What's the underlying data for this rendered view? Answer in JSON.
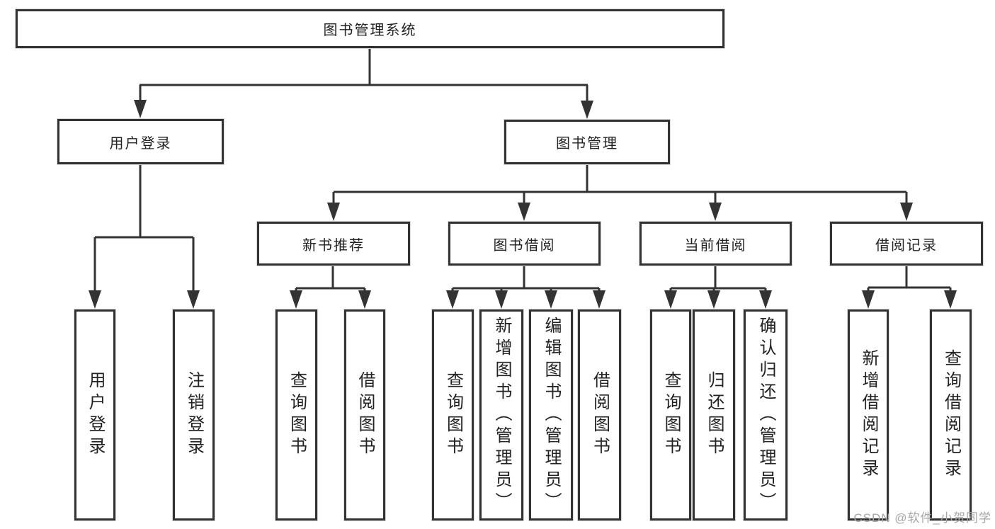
{
  "diagram": {
    "type": "hierarchy-tree",
    "colors": {
      "line": "#333333",
      "box_border": "#333333",
      "box_fill": "#ffffff",
      "text": "#222222",
      "watermark": "#a6a6a6"
    },
    "tree": {
      "root": {
        "label": "图书管理系统"
      },
      "branches": [
        {
          "label": "用户登录",
          "children": [
            {
              "label": "用户登录"
            },
            {
              "label": "注销登录"
            }
          ]
        },
        {
          "label": "图书管理",
          "children": [
            {
              "label": "新书推荐",
              "children": [
                {
                  "label": "查询图书"
                },
                {
                  "label": "借阅图书"
                }
              ]
            },
            {
              "label": "图书借阅",
              "children": [
                {
                  "label": "查询图书"
                },
                {
                  "label": "新增图书（管理员）"
                },
                {
                  "label": "编辑图书（管理员）"
                },
                {
                  "label": "借阅图书"
                }
              ]
            },
            {
              "label": "当前借阅",
              "children": [
                {
                  "label": "查询图书"
                },
                {
                  "label": "归还图书"
                },
                {
                  "label": "确认归还（管理员）"
                }
              ]
            },
            {
              "label": "借阅记录",
              "children": [
                {
                  "label": "新增借阅记录"
                },
                {
                  "label": "查询借阅记录"
                }
              ]
            }
          ]
        }
      ]
    }
  },
  "watermark": {
    "text": "CSDN @软件_小贺同学"
  }
}
